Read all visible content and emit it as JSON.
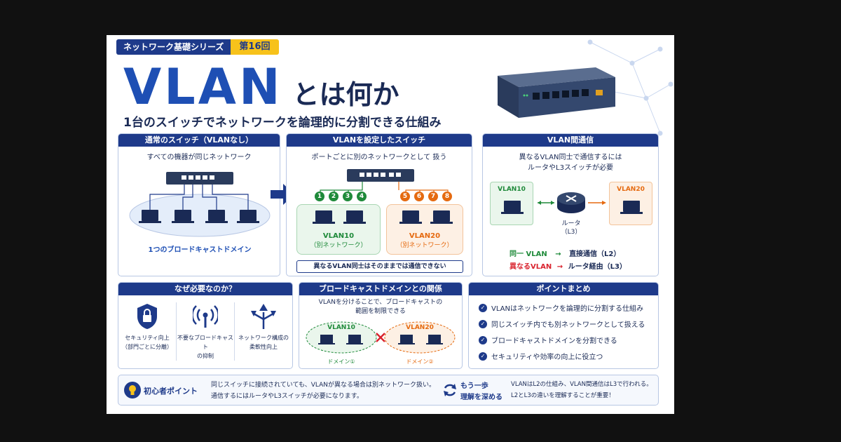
{
  "header": {
    "series_label": "ネットワーク基礎シリーズ",
    "episode_label": "第16回",
    "title_main": "VLAN",
    "title_rest": "とは何か",
    "subtitle": "1台のスイッチでネットワークを論理的に分割できる仕組み"
  },
  "panel_normal": {
    "heading": "通常のスイッチ（VLANなし）",
    "caption": "すべての機器が同じネットワーク",
    "domain_label": "1つのブロードキャストドメイン"
  },
  "panel_vlan": {
    "heading": "VLANを設定したスイッチ",
    "caption": "ポートごとに別のネットワークとして 扱う",
    "ports_green": [
      "1",
      "2",
      "3",
      "4"
    ],
    "ports_orange": [
      "5",
      "6",
      "7",
      "8"
    ],
    "vlan10_name": "VLAN10",
    "vlan10_sub": "（別ネットワーク）",
    "vlan20_name": "VLAN20",
    "vlan20_sub": "（別ネットワーク）",
    "note": "異なるVLAN同士はそのままでは通信できない"
  },
  "panel_inter": {
    "heading": "VLAN間通信",
    "caption1": "異なるVLAN同士で通信するには",
    "caption2": "ルータやL3スイッチが必要",
    "vlan10": "VLAN10",
    "vlan20": "VLAN20",
    "router_label": "ルータ",
    "router_sub": "（L3）",
    "row1_label": "同一 VLAN",
    "row1_arrow": "→",
    "row1_value": "直接通信（L2）",
    "row2_label": "異なるVLAN",
    "row2_arrow": "→",
    "row2_value": "ルータ経由（L3）"
  },
  "panel_why": {
    "heading": "なぜ必要なのか？",
    "items": [
      {
        "line1": "セキュリティ向上",
        "line2": "（部門ごとに分離）",
        "icon": "shield-lock-icon"
      },
      {
        "line1": "不要なブロードキャスト",
        "line2": "の抑制",
        "icon": "broadcast-icon"
      },
      {
        "line1": "ネットワーク構成の",
        "line2": "柔軟性向上",
        "icon": "branch-arrows-icon"
      }
    ]
  },
  "panel_broadcast": {
    "heading": "ブロードキャストドメインとの関係",
    "caption1": "VLANを分けることで、ブロードキャストの",
    "caption2": "範囲を制限できる",
    "vlan10": "VLAN10",
    "vlan20": "VLAN20",
    "domain1": "ドメイン①",
    "domain2": "ドメイン②"
  },
  "panel_points": {
    "heading": "ポイントまとめ",
    "items": [
      "VLANはネットワークを論理的に分割する仕組み",
      "同じスイッチ内でも別ネットワークとして扱える",
      "ブロードキャストドメインを分割できる",
      "セキュリティや効率の向上に役立つ"
    ]
  },
  "footer": {
    "tip_label": "初心者ポイント",
    "tip_line1": "同じスイッチに接続されていても、VLANが異なる場合は別ネットワーク扱い。",
    "tip_line2": "通信するにはルータやL3スイッチが必要になります。",
    "deep_label1": "もう一歩",
    "deep_label2": "理解を深める",
    "deep_line1": "VLANはL2の仕組み、VLAN間通信はL3で行われる。",
    "deep_line2": "L2とL3の違いを理解することが重要！"
  },
  "colors": {
    "navy": "#1e3a8a",
    "blue": "#1e4fb4",
    "green": "#1f8a3a",
    "orange": "#e56a10",
    "yellow": "#f7c21b",
    "red": "#d9232e"
  }
}
